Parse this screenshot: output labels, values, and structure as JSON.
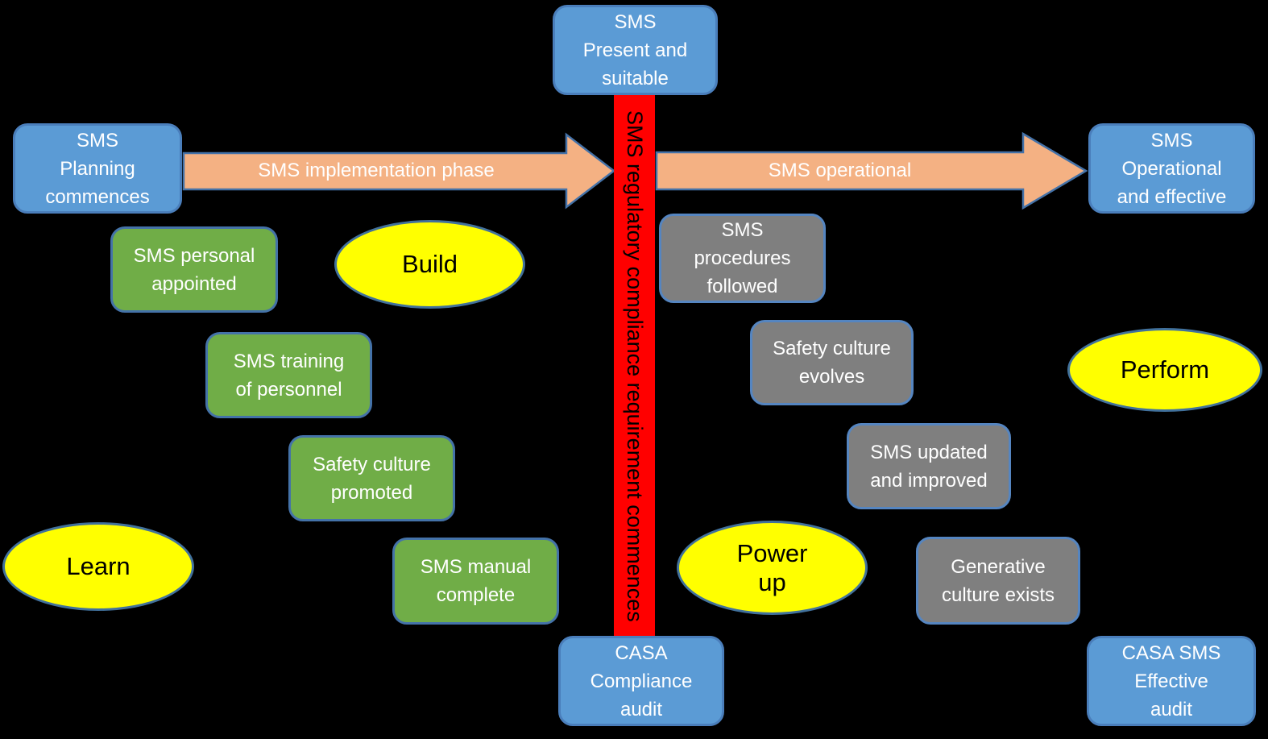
{
  "diagram": {
    "background": "#000000",
    "colors": {
      "milestone_fill": "#5B9BD5",
      "implementation_fill": "#70AD47",
      "operational_fill": "#7F7F7F",
      "phase_fill": "#FFFF00",
      "compliance_fill": "#FF0000",
      "arrow_fill": "#F4B183",
      "shape_border": "#41719C",
      "light_text": "#FFFFFF",
      "dark_text": "#000000"
    },
    "milestones": [
      {
        "text": "SMS\nPresent and\nsuitable"
      },
      {
        "text": "SMS\nPlanning\ncommences"
      },
      {
        "text": "SMS\nOperational\nand effective"
      },
      {
        "text": "CASA\nCompliance\naudit"
      },
      {
        "text": "CASA SMS\nEffective\naudit"
      }
    ],
    "implementation_steps": [
      {
        "text": "SMS personal\nappointed"
      },
      {
        "text": "SMS training\nof personnel"
      },
      {
        "text": "Safety culture\npromoted"
      },
      {
        "text": "SMS manual\ncomplete"
      }
    ],
    "operational_steps": [
      {
        "text": "SMS\nprocedures\nfollowed"
      },
      {
        "text": "Safety culture\nevolves"
      },
      {
        "text": "SMS updated\nand improved"
      },
      {
        "text": "Generative\nculture exists"
      }
    ],
    "phases": [
      {
        "text": "Build"
      },
      {
        "text": "Learn"
      },
      {
        "text": "Power\nup"
      },
      {
        "text": "Perform"
      }
    ],
    "arrows": {
      "implementation": "SMS implementation phase",
      "operational": "SMS operational"
    },
    "compliance_bar": "SMS regulatory compliance requirement commences"
  }
}
